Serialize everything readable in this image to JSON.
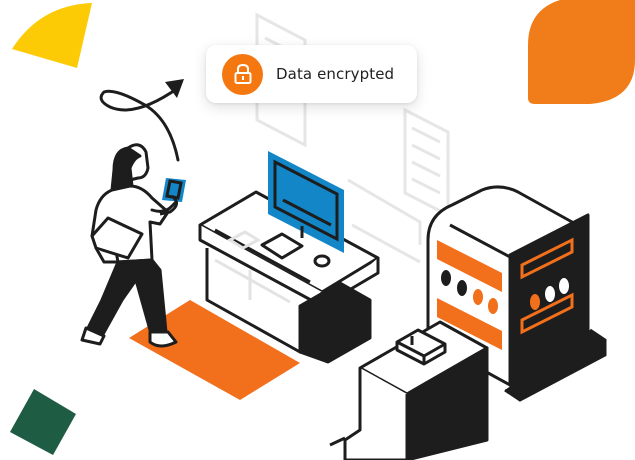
{
  "notification": {
    "label": "Data encrypted",
    "icon": "lock-icon",
    "icon_bg": "#f5770f"
  },
  "colors": {
    "yellow": "#fccb06",
    "orange": "#f07d1a",
    "orange_mat": "#f26f1c",
    "green": "#1f5c44",
    "blue": "#1386c8",
    "ink": "#1d1d1d",
    "ghost": "#e6e6e6"
  },
  "illustration": {
    "elements": [
      "person-with-phone",
      "curved-arrow",
      "desk-with-monitor",
      "server",
      "conveyor-scanner",
      "floor-mat",
      "ghost-documents"
    ]
  }
}
